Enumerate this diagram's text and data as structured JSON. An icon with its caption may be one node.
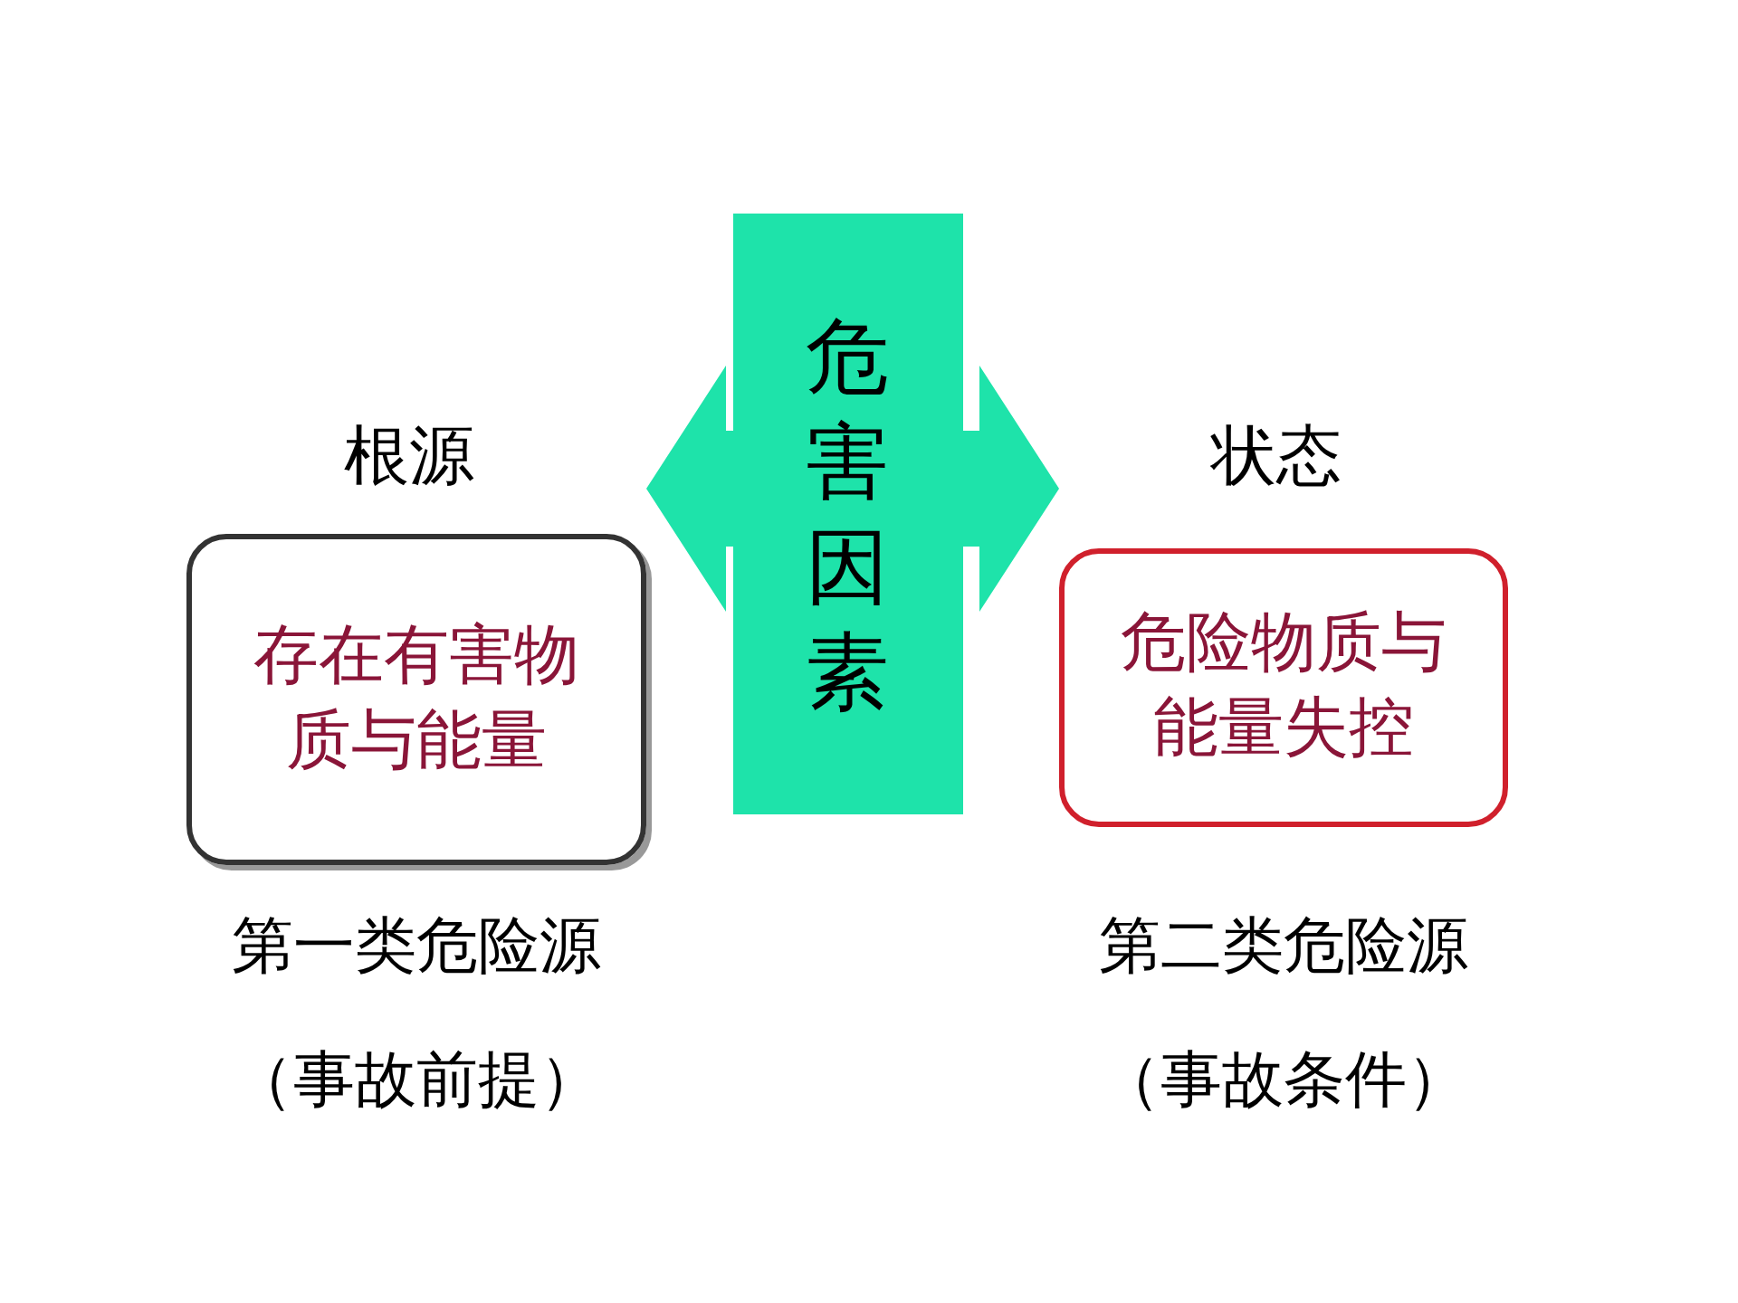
{
  "diagram": {
    "nodes": [
      {
        "text": [
          "危害因素"
        ]
      },
      {
        "text": [
          "根源",
          "存在有害物质与能量"
        ],
        "beside": [
          "第一类危险源",
          "（事故前提）"
        ]
      },
      {
        "text": [
          "状态",
          "危险物质与能量失控"
        ],
        "beside": [
          "第二类危险源",
          "（事故条件）"
        ]
      }
    ],
    "edges": [
      {
        "from": 0,
        "to": 1,
        "arrow": "to"
      },
      {
        "from": 0,
        "to": 2,
        "arrow": "to"
      }
    ]
  }
}
